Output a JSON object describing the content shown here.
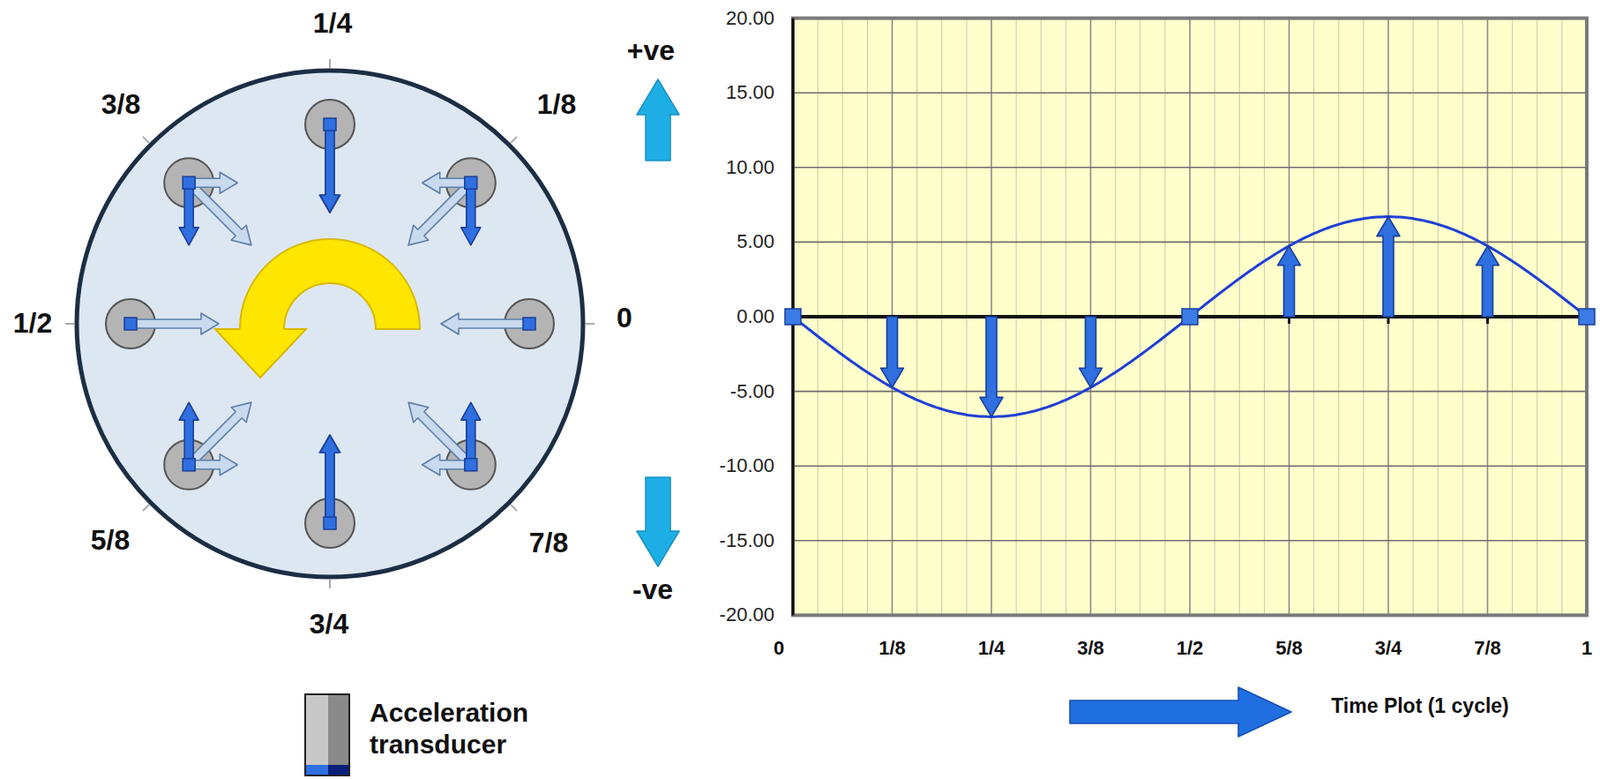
{
  "diagram": {
    "labels": [
      "1/4",
      "1/8",
      "0",
      "7/8",
      "3/4",
      "5/8",
      "1/2",
      "3/8",
      "+ve",
      "-ve",
      "20.00",
      "15.00",
      "10.00",
      "5.00",
      "0.00",
      "-5.00",
      "-10.00",
      "-15.00",
      "-20.00",
      "0",
      "1/8",
      "1/4",
      "3/8",
      "1/2",
      "5/8",
      "3/4",
      "7/8",
      "1",
      "Time Plot (1 cycle)"
    ],
    "legend": [
      {
        "text": "Acceleration transducer"
      }
    ]
  }
}
